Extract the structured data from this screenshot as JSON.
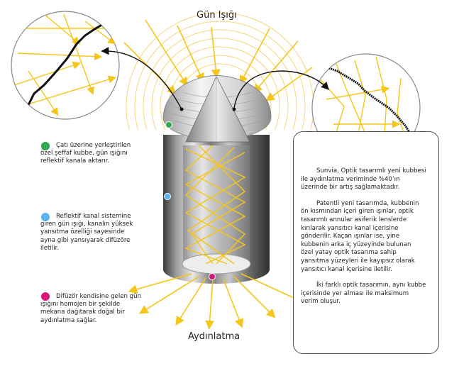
{
  "titles": {
    "top": "Gün Işığı",
    "bottom": "Aydınlatma"
  },
  "colors": {
    "ray": "#f5c518",
    "green_dot": "#2fa84f",
    "blue_dot": "#5ab4f0",
    "magenta_dot": "#d6157a",
    "arc": "#f6d57a"
  },
  "callouts": [
    {
      "id": "dome",
      "lines": [
        "Çatı üzerine yerleştirilen",
        "özel şeffaf kubbe, gün ışığını",
        "reflektif kanala aktarır."
      ]
    },
    {
      "id": "channel",
      "lines": [
        "Reflektif kanal sistemine",
        "giren gün ışığı, kanalın yüksek",
        "yansıtma özelliği sayesinde",
        "ayna gibi yansıyarak difüzöre",
        "iletilir."
      ]
    },
    {
      "id": "diffuser",
      "lines": [
        "Difüzör kendisine gelen gün",
        "ışığını homojen bir şekilde",
        "mekana dağıtarak doğal bir",
        "aydınlatma sağlar."
      ]
    }
  ],
  "info_box": {
    "paragraphs": [
      [
        "Sunvia, Optik tasarımlı yeni kubbesi",
        "ile aydınlatma veriminde %40’ın",
        "üzerinde bir artış sağlamaktadır."
      ],
      [
        "Patentli yeni tasarımda, kubbenin",
        "ön kısmından içeri giren ışınlar, optik",
        "tasarımlı annular asiferik lenslerde",
        "kırılarak yansıtıcı kanal içerisine",
        "gönderilir. Kaçan ışınlar ise, yine",
        "kubbenin arka iç yüzeyinde bulunan",
        "özel yatay optik tasarıma sahip",
        "yansıtma yüzeyleri ile kayıpsız olarak",
        "yansıtıcı kanal içerisine iletilir."
      ],
      [
        "İki farklı optik tasarımın, aynı kubbe",
        "içerisinde yer alması ile maksimum",
        "verim oluşur."
      ]
    ]
  }
}
